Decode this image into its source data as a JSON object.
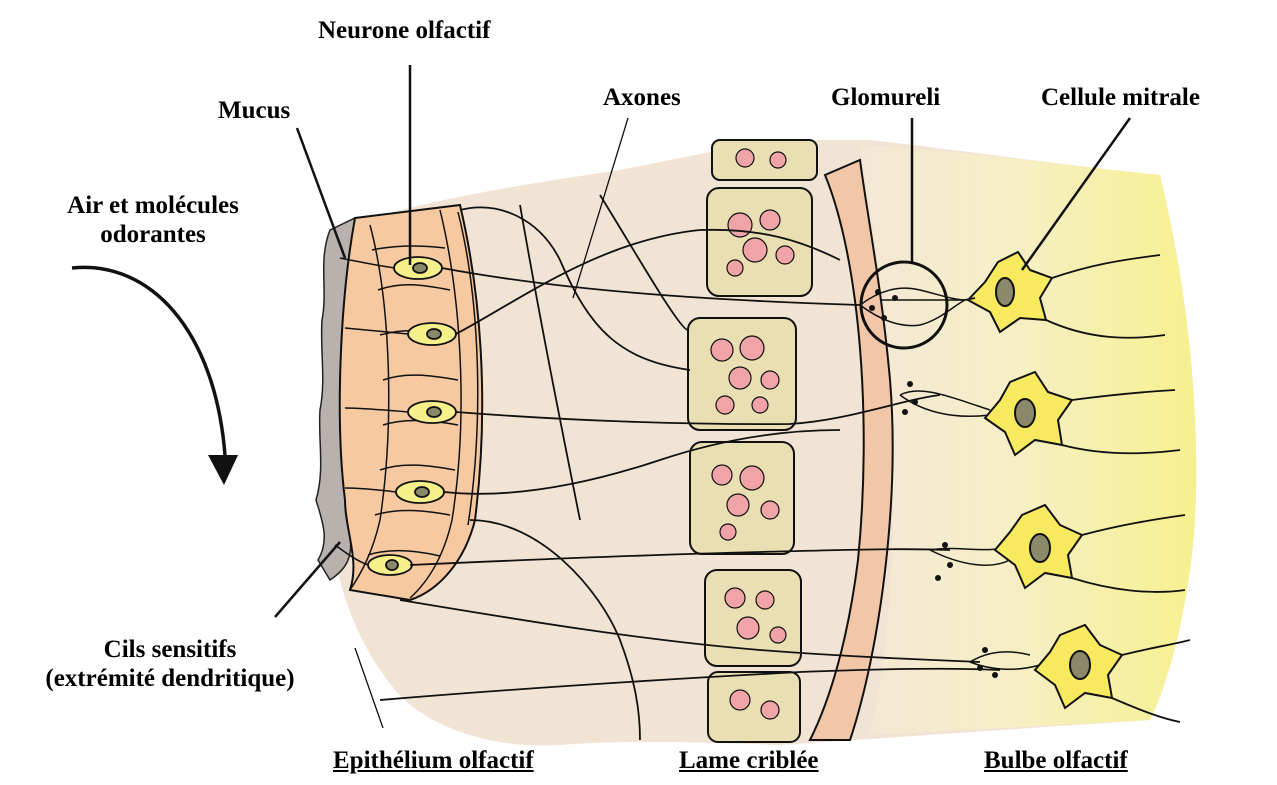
{
  "labels": {
    "neurone": "Neurone olfactif",
    "mucus": "Mucus",
    "axones": "Axones",
    "glomureli": "Glomureli",
    "mitrale": "Cellule mitrale",
    "air_line1": "Air et molécules",
    "air_line2": "odorantes",
    "cils_line1": "Cils sensitifs",
    "cils_line2": "(extrémité dendritique)",
    "epithelium": "Epithélium olfactif",
    "lame": "Lame criblée",
    "bulbe": "Bulbe olfactif"
  },
  "colors": {
    "tissue": "#f2e4d4",
    "mucus": "#b8b1ad",
    "epithelium_cell": "#f6c9a0",
    "neuron_body": "#f6f08a",
    "bone": "#e9dfb2",
    "bone_pore": "#f0a4a8",
    "cribriform_band": "#f1c7a8",
    "bulb_yellow": "#f7f08f",
    "mitral_cell": "#f7ea5e",
    "ink": "#111111"
  }
}
